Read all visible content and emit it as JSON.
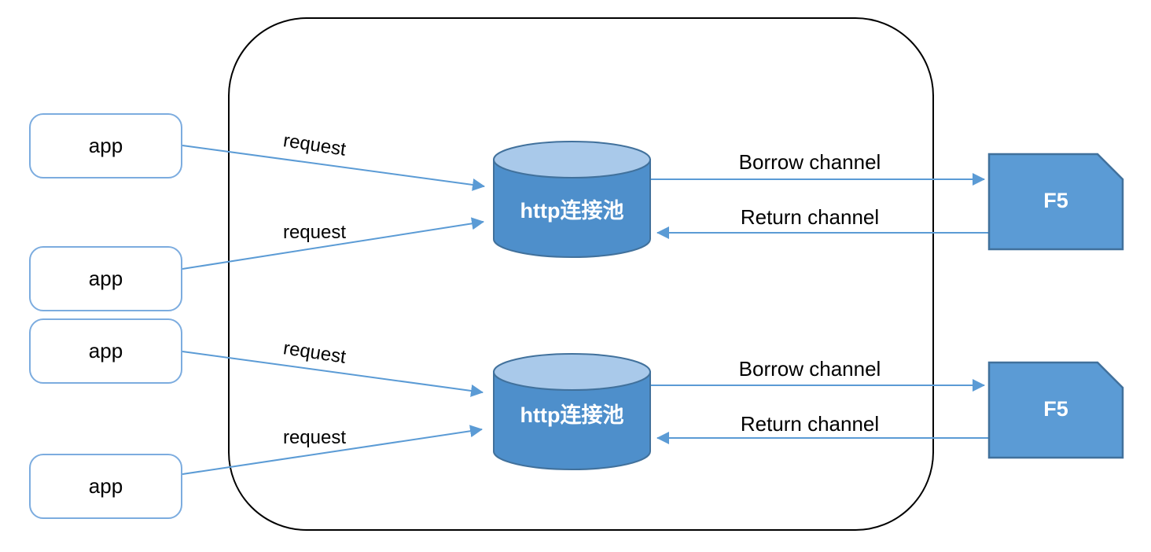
{
  "apps": [
    {
      "label": "app"
    },
    {
      "label": "app"
    },
    {
      "label": "app"
    },
    {
      "label": "app"
    }
  ],
  "requests": [
    {
      "label": "request"
    },
    {
      "label": "request"
    },
    {
      "label": "request"
    },
    {
      "label": "request"
    }
  ],
  "groups": [
    {
      "pool": "http连接池",
      "borrow": "Borrow channel",
      "return": "Return channel",
      "f5": "F5"
    },
    {
      "pool": "http连接池",
      "borrow": "Borrow channel",
      "return": "Return channel",
      "f5": "F5"
    }
  ],
  "colors": {
    "arrow_blue": "#5b9bd5",
    "app_border_blue": "#7cacdf",
    "cylinder_body_blue": "#4e8fcb",
    "cylinder_top_blue": "#a9c9ea",
    "shape_border_blue": "#41719c",
    "f5_fill_blue": "#5b9bd5",
    "boundary_black": "#000000",
    "label_text": "#000000",
    "shape_text": "#ffffff"
  }
}
